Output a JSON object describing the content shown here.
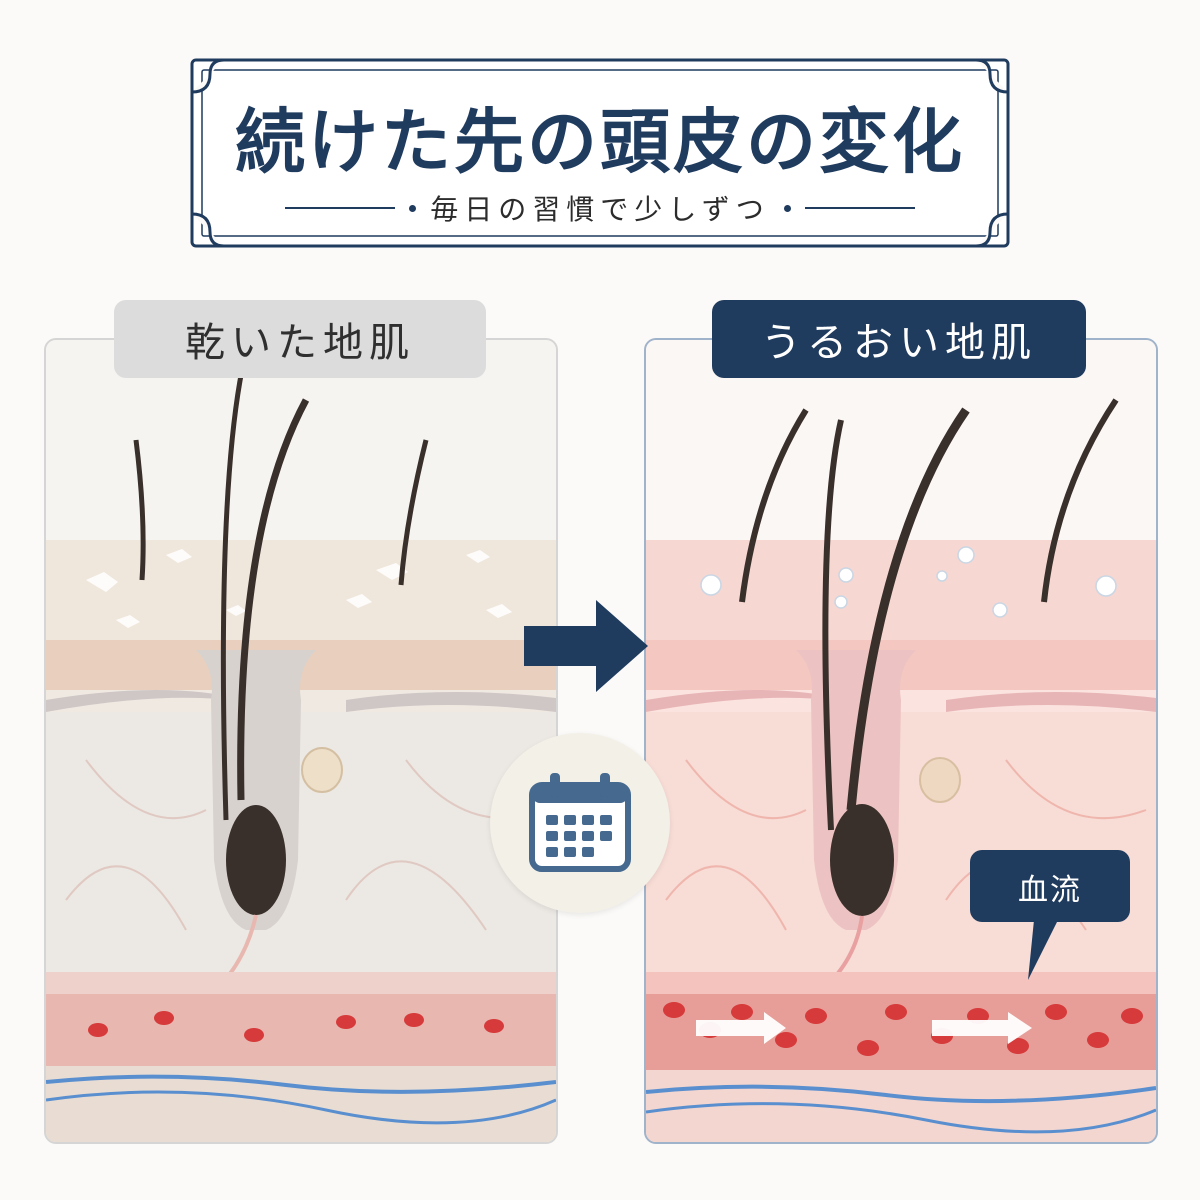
{
  "header": {
    "title": "続けた先の頭皮の変化",
    "subtitle": "毎日の習慣で少しずつ"
  },
  "panels": {
    "before": {
      "label": "乾いた地肌"
    },
    "after": {
      "label": "うるおい地肌",
      "callout": "血流"
    }
  },
  "icons": {
    "transition": "right-arrow-icon",
    "routine": "calendar-icon",
    "flow": "flow-arrow-icon"
  },
  "colors": {
    "navy": "#1f3b5e",
    "dry_skin": "#efe9e1",
    "moist_skin": "#fbe3df",
    "blood": "#d63a3a",
    "vein": "#5a8fcf",
    "hair": "#3a302b"
  }
}
